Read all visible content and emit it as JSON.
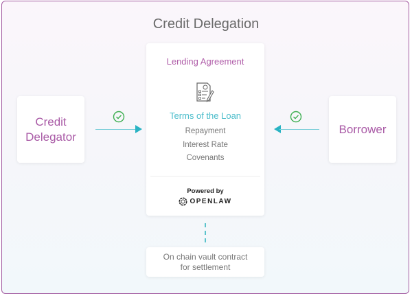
{
  "diagram": {
    "title": "Credit Delegation",
    "left_party": {
      "label_line1": "Credit",
      "label_line2": "Delegator"
    },
    "right_party": {
      "label": "Borrower"
    },
    "agreement": {
      "heading": "Lending Agreement",
      "icon": "document-contract-icon",
      "terms_heading": "Terms of the Loan",
      "terms": [
        "Repayment",
        "Interest Rate",
        "Covenants"
      ],
      "powered_by": "Powered by",
      "brand": "OPENLAW"
    },
    "settlement": {
      "line1": "On chain vault contract",
      "line2": "for settlement"
    },
    "colors": {
      "border": "#a25aa0",
      "party_text": "#a95aa6",
      "terms_heading": "#4bbdcb",
      "arrow": "#29b3c3",
      "check": "#3cae4f"
    }
  }
}
